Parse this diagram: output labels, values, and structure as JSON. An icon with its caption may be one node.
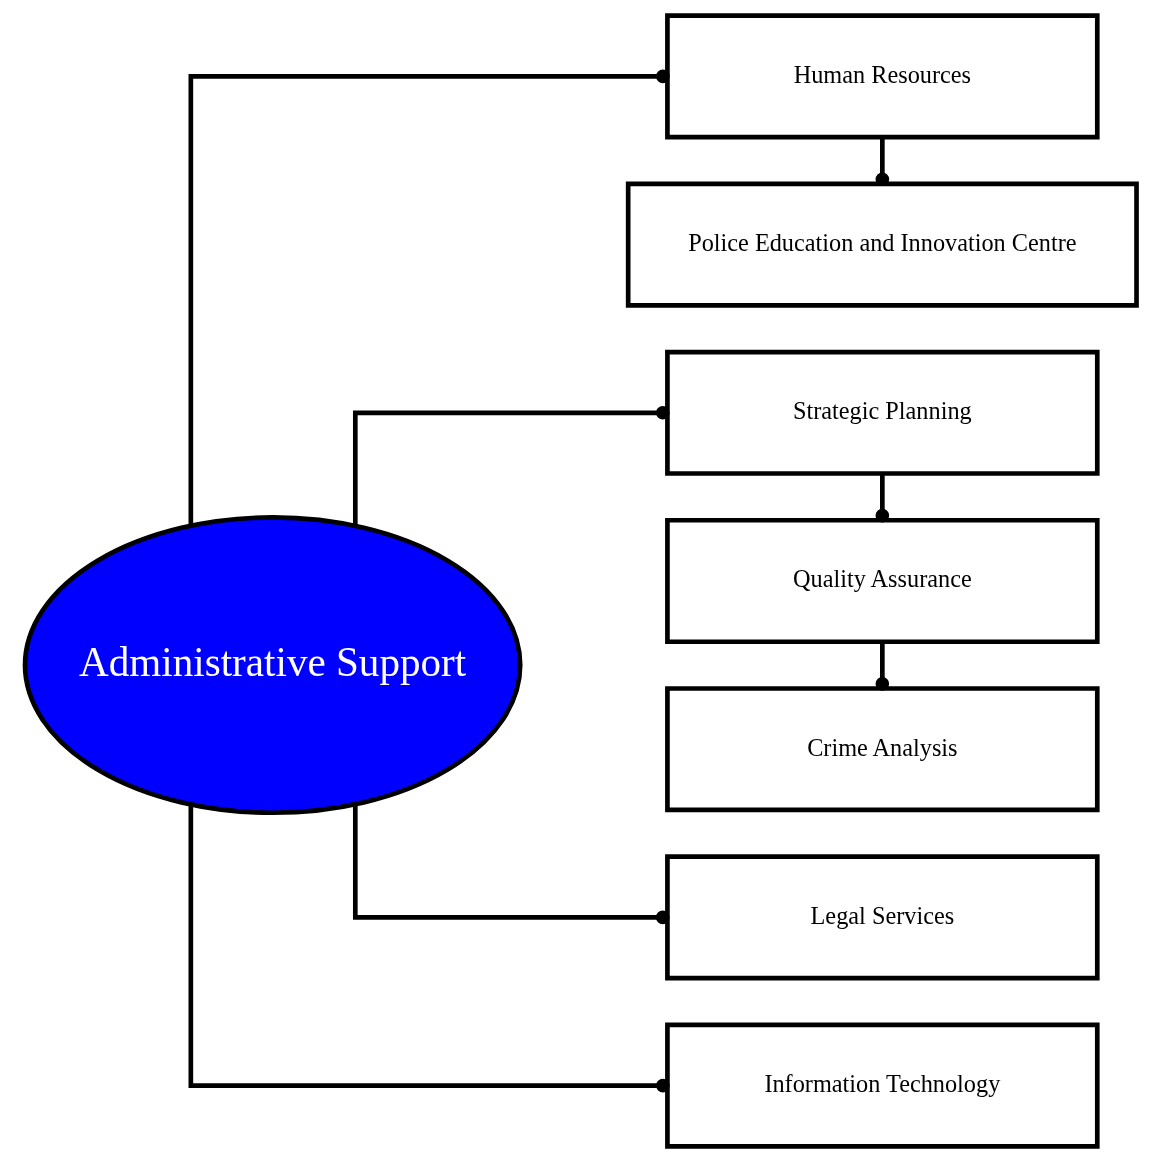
{
  "diagram": {
    "nodes": [
      {
        "text": [
          "Administrative Support"
        ]
      },
      {
        "text": [
          "Human Resources"
        ]
      },
      {
        "text": [
          "Police Education and Innovation Centre"
        ]
      },
      {
        "text": [
          "Strategic Planning"
        ]
      },
      {
        "text": [
          "Quality Assurance"
        ]
      },
      {
        "text": [
          "Crime Analysis"
        ]
      },
      {
        "text": [
          "Legal Services"
        ]
      },
      {
        "text": [
          "Information Technology"
        ]
      }
    ],
    "edges": [
      {
        "from": 0,
        "to": 1,
        "arrow": "other"
      },
      {
        "from": 0,
        "to": 3,
        "arrow": "other"
      },
      {
        "from": 0,
        "to": 6,
        "arrow": "other"
      },
      {
        "from": 0,
        "to": 7,
        "arrow": "other"
      },
      {
        "from": 1,
        "to": 2,
        "arrow": "other"
      },
      {
        "from": 3,
        "to": 4,
        "arrow": "other"
      },
      {
        "from": 4,
        "to": 5,
        "arrow": "other"
      }
    ]
  }
}
